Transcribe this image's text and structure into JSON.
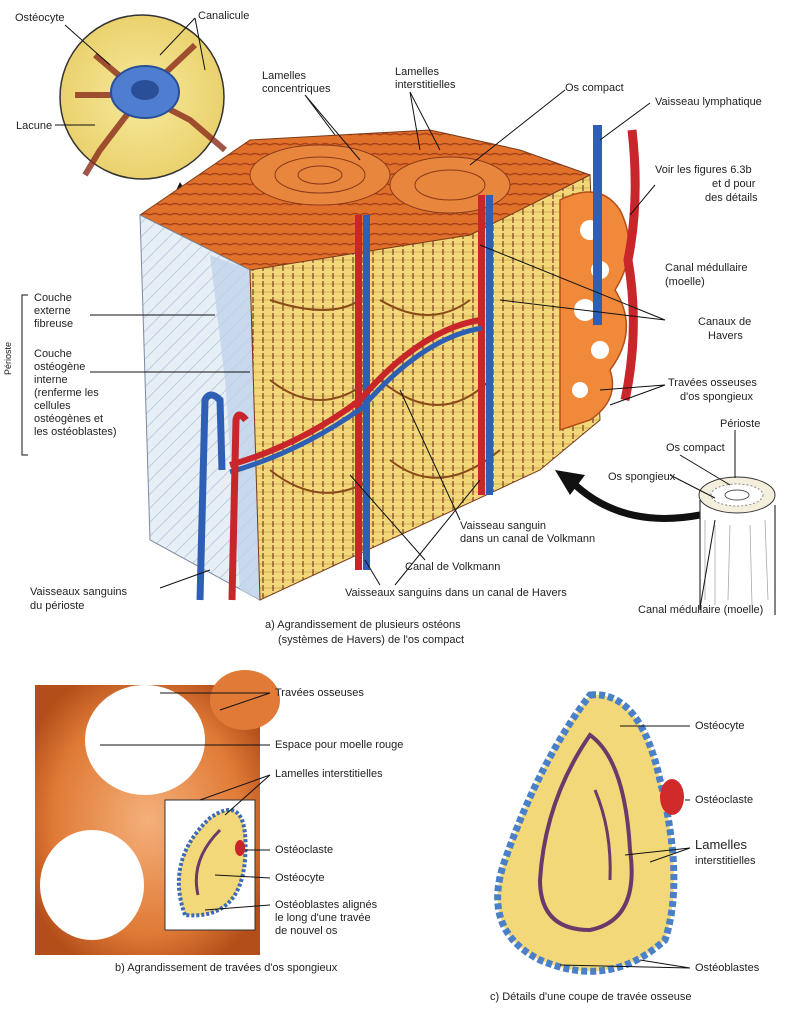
{
  "panel_a": {
    "caption_line1": "a) Agrandissement de plusieurs ostéons",
    "caption_line2": "(systèmes de Havers) de l'os compact",
    "labels": {
      "osteocyte": "Ostéocyte",
      "canalicule": "Canalicule",
      "lacune": "Lacune",
      "lamelles_concentriques_1": "Lamelles",
      "lamelles_concentriques_2": "concentriques",
      "lamelles_interstitielles_1": "Lamelles",
      "lamelles_interstitielles_2": "interstitielles",
      "os_compact": "Os compact",
      "vaisseau_lymphatique": "Vaisseau lymphatique",
      "voir_figures_1": "Voir les figures 6.3b",
      "voir_figures_2": "et d pour",
      "voir_figures_3": "des détails",
      "canal_medullaire_1": "Canal médullaire",
      "canal_medullaire_2": "(moelle)",
      "canaux_havers_1": "Canaux de",
      "canaux_havers_2": "Havers",
      "travees_1": "Travées osseuses",
      "travees_2": "d'os spongieux",
      "couche_externe_1": "Couche",
      "couche_externe_2": "externe",
      "couche_externe_3": "fibreuse",
      "couche_osteogene_1": "Couche",
      "couche_osteogene_2": "ostéogène",
      "couche_osteogene_3": "interne",
      "couche_osteogene_4": "(renferme les",
      "couche_osteogene_5": "cellules",
      "couche_osteogene_6": "ostéogènes et",
      "couche_osteogene_7": "les ostéoblastes)",
      "periosteum_side": "Périoste",
      "vaisseau_volkmann_1": "Vaisseau sanguin",
      "vaisseau_volkmann_2": "dans un canal de Volkmann",
      "canal_volkmann": "Canal de Volkmann",
      "vaisseaux_havers": "Vaisseaux sanguins dans un canal de Havers",
      "vaisseaux_perioste_1": "Vaisseaux sanguins",
      "vaisseaux_perioste_2": "du périoste",
      "perioste": "Périoste",
      "os_compact_inset": "Os compact",
      "os_spongieux_inset": "Os spongieux",
      "canal_medullaire_inset": "Canal médullaire (moelle)"
    }
  },
  "panel_b": {
    "caption": "b) Agrandissement de travées d'os spongieux",
    "labels": {
      "travees": "Travées osseuses",
      "espace_moelle": "Espace pour moelle rouge",
      "lamelles_interstitielles": "Lamelles interstitielles",
      "osteoclaste": "Ostéoclaste",
      "osteocyte": "Ostéocyte",
      "osteoblastes_1": "Ostéoblastes alignés",
      "osteoblastes_2": "le long d'une travée",
      "osteoblastes_3": "de nouvel os"
    }
  },
  "panel_c": {
    "caption": "c) Détails d'une coupe de travée osseuse",
    "labels": {
      "osteocyte": "Ostéocyte",
      "osteoclaste": "Ostéoclaste",
      "lamelles_1": "Lamelles",
      "lamelles_2": "interstitielles",
      "osteoblastes": "Ostéoblastes"
    }
  },
  "colors": {
    "bone_yellow": "#f2d878",
    "bone_orange": "#e0702a",
    "artery_red": "#c8262a",
    "vein_blue": "#2f5fb4",
    "periosteum_blue": "#d9e6f2",
    "cell_purple": "#6a3a6a"
  }
}
